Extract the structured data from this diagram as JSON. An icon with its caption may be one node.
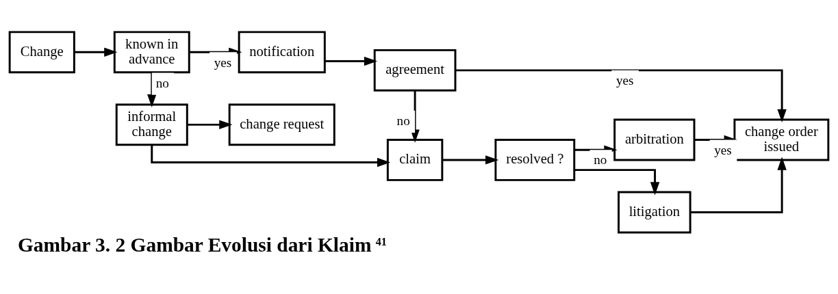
{
  "diagram": {
    "caption": "Gambar 3. 2 Gambar Evolusi dari Klaim $^{41}$",
    "nodes": [
      {
        "text": [
          "Change"
        ]
      },
      {
        "text": [
          "known in advance"
        ]
      },
      {
        "text": [
          "notification"
        ]
      },
      {
        "text": [
          "agreement"
        ]
      },
      {
        "text": [
          "change order issued"
        ]
      },
      {
        "text": [
          "informal change"
        ]
      },
      {
        "text": [
          "change request"
        ]
      },
      {
        "text": [
          "claim"
        ]
      },
      {
        "text": [
          "resolved ?"
        ]
      },
      {
        "text": [
          "arbitration"
        ]
      },
      {
        "text": [
          "litigation"
        ]
      }
    ],
    "edges": [
      {
        "from": 0,
        "to": 1,
        "arrow": "to"
      },
      {
        "from": 1,
        "to": 2,
        "arrow": "to",
        "label": "yes"
      },
      {
        "from": 2,
        "to": 3,
        "arrow": "to"
      },
      {
        "from": 3,
        "to": 4,
        "arrow": "to",
        "label": "yes"
      },
      {
        "from": 1,
        "to": 5,
        "arrow": "to",
        "label": "no"
      },
      {
        "from": 5,
        "to": 6,
        "arrow": "to"
      },
      {
        "from": 3,
        "to": 7,
        "arrow": "to",
        "label": "no"
      },
      {
        "from": 5,
        "to": 7,
        "arrow": "to"
      },
      {
        "from": 7,
        "to": 8,
        "arrow": "to"
      },
      {
        "from": 8,
        "to": 9,
        "arrow": "to",
        "label": "no"
      },
      {
        "from": 8,
        "to": 10,
        "arrow": "to"
      },
      {
        "from": 9,
        "to": 4,
        "arrow": "to",
        "label": "yes"
      },
      {
        "from": 10,
        "to": 4,
        "arrow": "to"
      }
    ]
  }
}
